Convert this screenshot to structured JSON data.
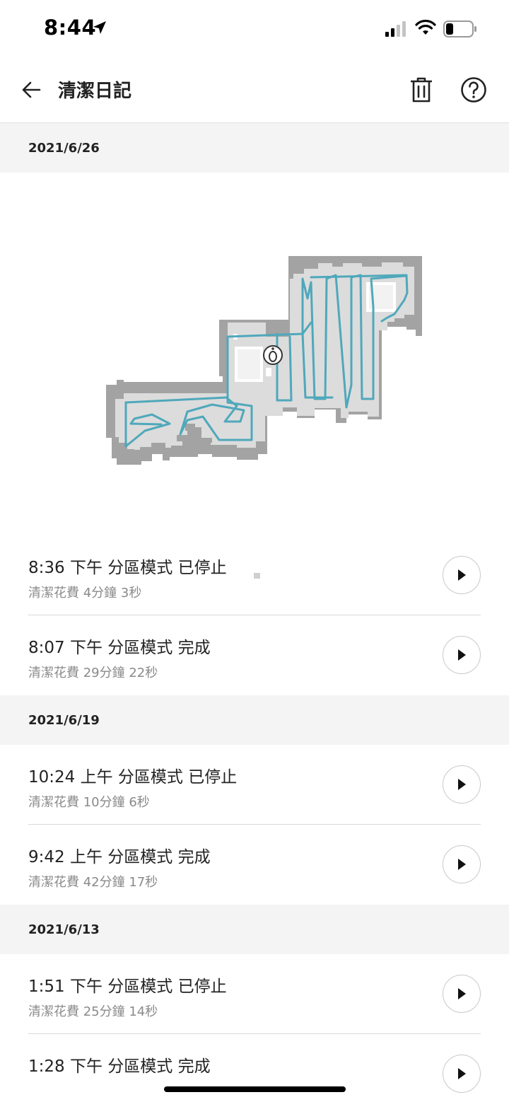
{
  "status_bar": {
    "time": "8:44"
  },
  "header": {
    "title": "清潔日記"
  },
  "groups": [
    {
      "date": "2021/6/26",
      "entries": [
        {
          "title": "8:36 下午 分區模式 已停止",
          "subtitle": "清潔花費 4分鐘 3秒"
        },
        {
          "title": "8:07 下午 分區模式 完成",
          "subtitle": "清潔花費 29分鐘 22秒"
        }
      ]
    },
    {
      "date": "2021/6/19",
      "entries": [
        {
          "title": "10:24 上午 分區模式 已停止",
          "subtitle": "清潔花費 10分鐘 6秒"
        },
        {
          "title": "9:42 上午 分區模式 完成",
          "subtitle": "清潔花費 42分鐘 17秒"
        }
      ]
    },
    {
      "date": "2021/6/13",
      "entries": [
        {
          "title": "1:51 下午 分區模式 已停止",
          "subtitle": "清潔花費 25分鐘 14秒"
        },
        {
          "title": "1:28 下午 分區模式 完成",
          "subtitle": ""
        }
      ]
    }
  ],
  "icons": {
    "back": "arrow-left-icon",
    "delete": "trash-icon",
    "help": "question-circle-icon",
    "play": "play-icon"
  },
  "colors": {
    "path": "#4fa8bb",
    "map_floor": "#dcdcdc",
    "map_wall": "#a3a3a3",
    "section_bg": "#f4f4f4"
  }
}
